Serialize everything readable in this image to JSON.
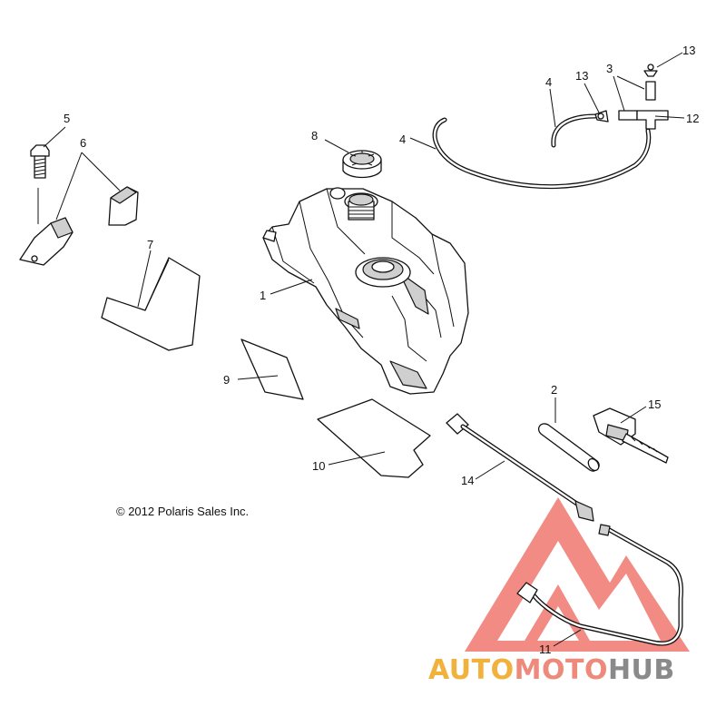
{
  "callouts": {
    "c1": "1",
    "c2": "2",
    "c3": "3",
    "c4a": "4",
    "c4b": "4",
    "c5": "5",
    "c6": "6",
    "c7": "7",
    "c8": "8",
    "c9": "9",
    "c10": "10",
    "c11": "11",
    "c12": "12",
    "c13a": "13",
    "c13b": "13",
    "c14": "14",
    "c15": "15"
  },
  "copyright": "© 2012 Polaris Sales Inc.",
  "watermark": {
    "part1": "AUTO",
    "part2": "MOTO",
    "part3": "HUB",
    "colors": {
      "part1": "#f0b23c",
      "part2": "#ee8a7c",
      "part3": "#8a8a8a",
      "logo": "#ef6b62"
    }
  }
}
